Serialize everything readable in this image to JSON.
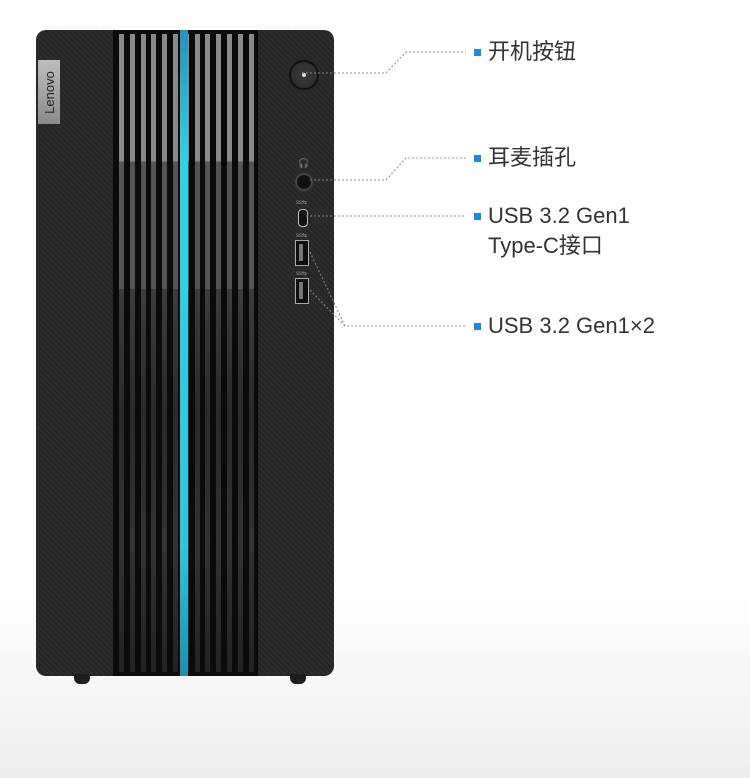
{
  "product": {
    "brand_logo": "Lenovo"
  },
  "callouts": [
    {
      "label": "开机按钮"
    },
    {
      "label": "耳麦插孔"
    },
    {
      "label_line1": "USB 3.2 Gen1",
      "label_line2": "Type-C接口"
    },
    {
      "label": "USB 3.2 Gen1×2"
    }
  ],
  "colors": {
    "accent": "#1e88e5",
    "light_strip": "#32d0ea"
  }
}
